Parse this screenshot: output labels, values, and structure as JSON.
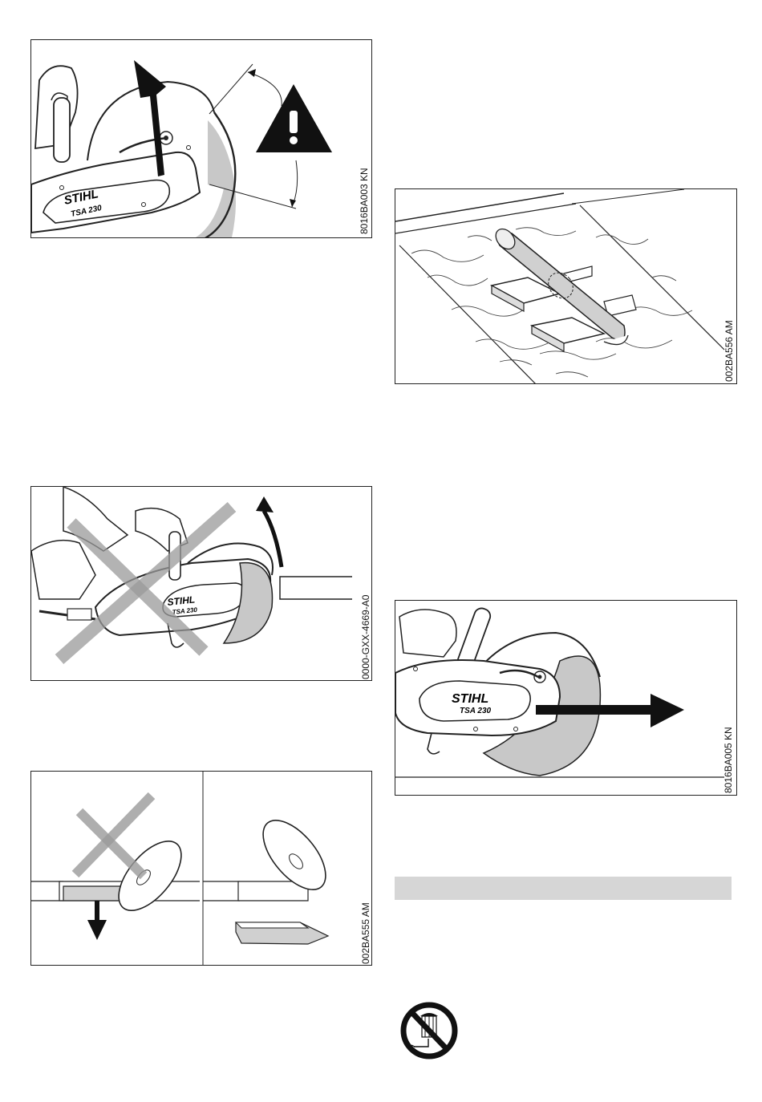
{
  "figures": {
    "fig1": {
      "code": "8016BA003 KN",
      "brand": "STIHL",
      "model": "TSA 230"
    },
    "fig2": {
      "code": "002BA556 AM"
    },
    "fig3": {
      "code": "0000-GXX-4669-A0",
      "brand": "STIHL",
      "model": "TSA 230"
    },
    "fig4": {
      "code": "8016BA005 KN",
      "brand": "STIHL",
      "model": "TSA 230"
    },
    "fig5": {
      "code": "002BA555 AM"
    }
  },
  "icons": {
    "warning": "warning-triangle-icon",
    "prohibition": "no-hand-near-blade-icon"
  }
}
